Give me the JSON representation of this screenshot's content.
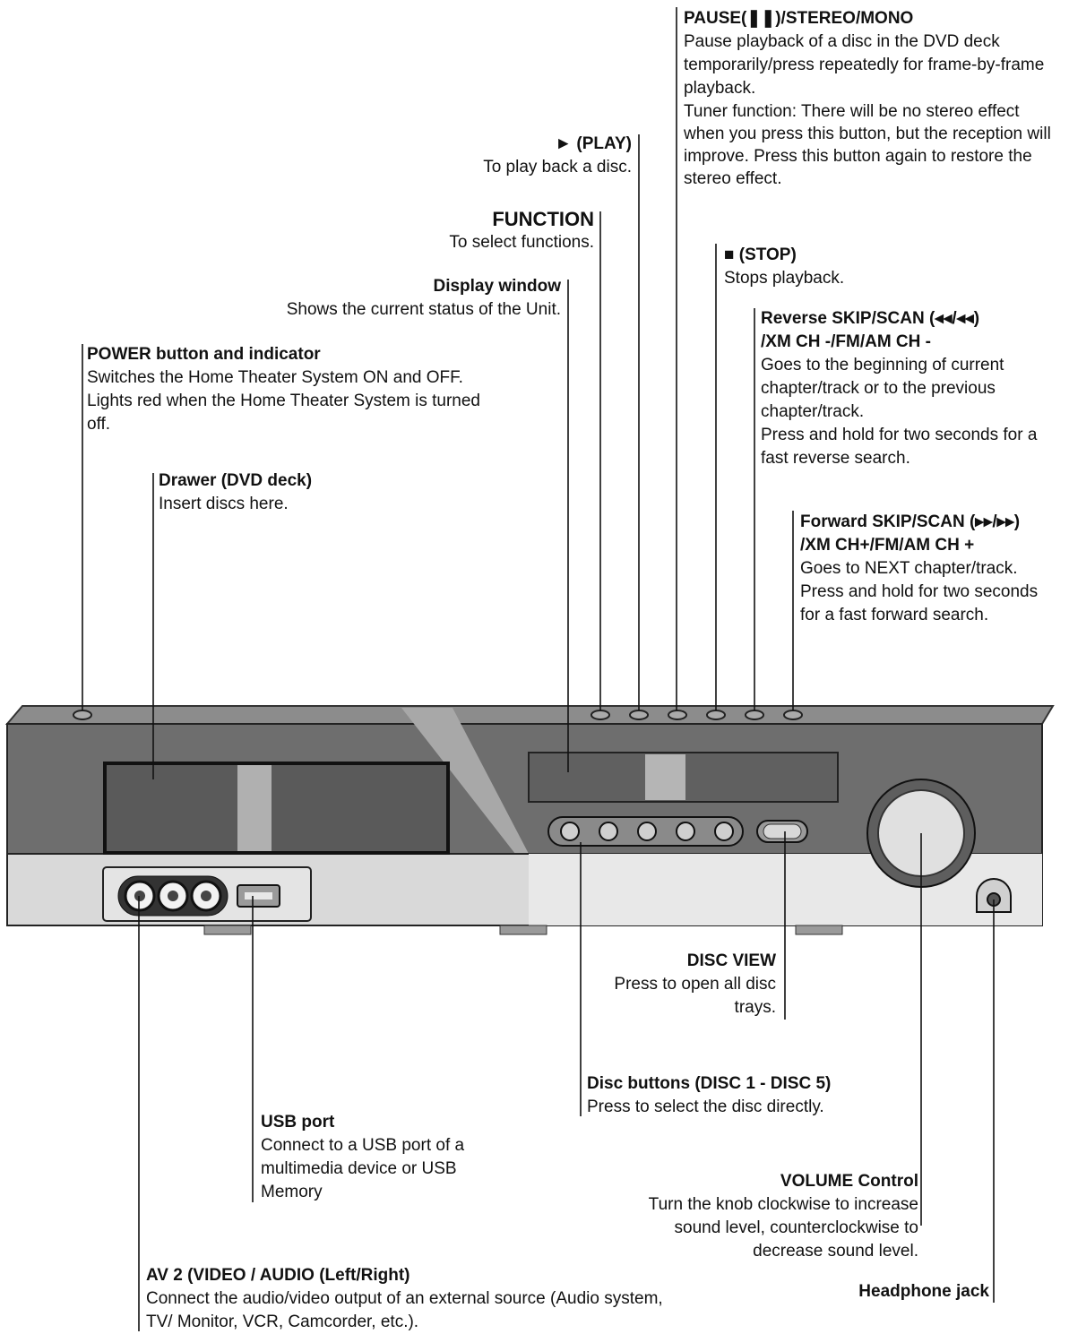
{
  "labels": {
    "pause": {
      "title": "PAUSE(❚❚)/STEREO/MONO",
      "desc1": "Pause playback of a disc in the DVD deck temporarily/press repeatedly for frame-by-frame playback.",
      "desc2": "Tuner function: There will be no stereo effect when you press this button, but the reception will improve. Press this button again to restore the stereo effect."
    },
    "play": {
      "title": "► (PLAY)",
      "desc": "To play back a disc."
    },
    "function": {
      "title": "FUNCTION",
      "desc": "To select functions."
    },
    "stop": {
      "title": "■ (STOP)",
      "desc": "Stops playback."
    },
    "display": {
      "title": "Display window",
      "desc": "Shows the current status of the Unit."
    },
    "reverse": {
      "title1": "Reverse SKIP/SCAN (◂◂/◂◂)",
      "title2": "/XM CH -/FM/AM CH -",
      "desc1": "Goes to the beginning of current chapter/track or to the previous chapter/track.",
      "desc2": "Press and hold for two seconds for a fast reverse search."
    },
    "power": {
      "title": "POWER button and indicator",
      "desc1": "Switches the Home Theater System ON and OFF.",
      "desc2": "Lights red when the Home Theater System is turned off."
    },
    "drawer": {
      "title": "Drawer (DVD deck)",
      "desc": "Insert discs here."
    },
    "forward": {
      "title1": "Forward SKIP/SCAN (▸▸/▸▸)",
      "title2": "/XM CH+/FM/AM CH +",
      "desc": "Goes to NEXT chapter/track. Press and hold for two seconds for a fast forward search."
    },
    "discview": {
      "title": "DISC VIEW",
      "desc": "Press to open all disc trays."
    },
    "discbuttons": {
      "title": "Disc buttons (DISC 1 - DISC 5)",
      "desc": "Press to select the disc directly."
    },
    "usb": {
      "title": "USB port",
      "desc": "Connect to a USB port of a multimedia device or USB Memory"
    },
    "volume": {
      "title": "VOLUME Control",
      "desc": "Turn the knob clockwise to increase sound level, counterclockwise to decrease sound level."
    },
    "av2": {
      "title": "AV 2 (VIDEO / AUDIO (Left/Right)",
      "desc": "Connect the audio/video output of an external source (Audio system, TV/ Monitor, VCR, Camcorder, etc.)."
    },
    "headphone": {
      "title": "Headphone jack"
    }
  }
}
